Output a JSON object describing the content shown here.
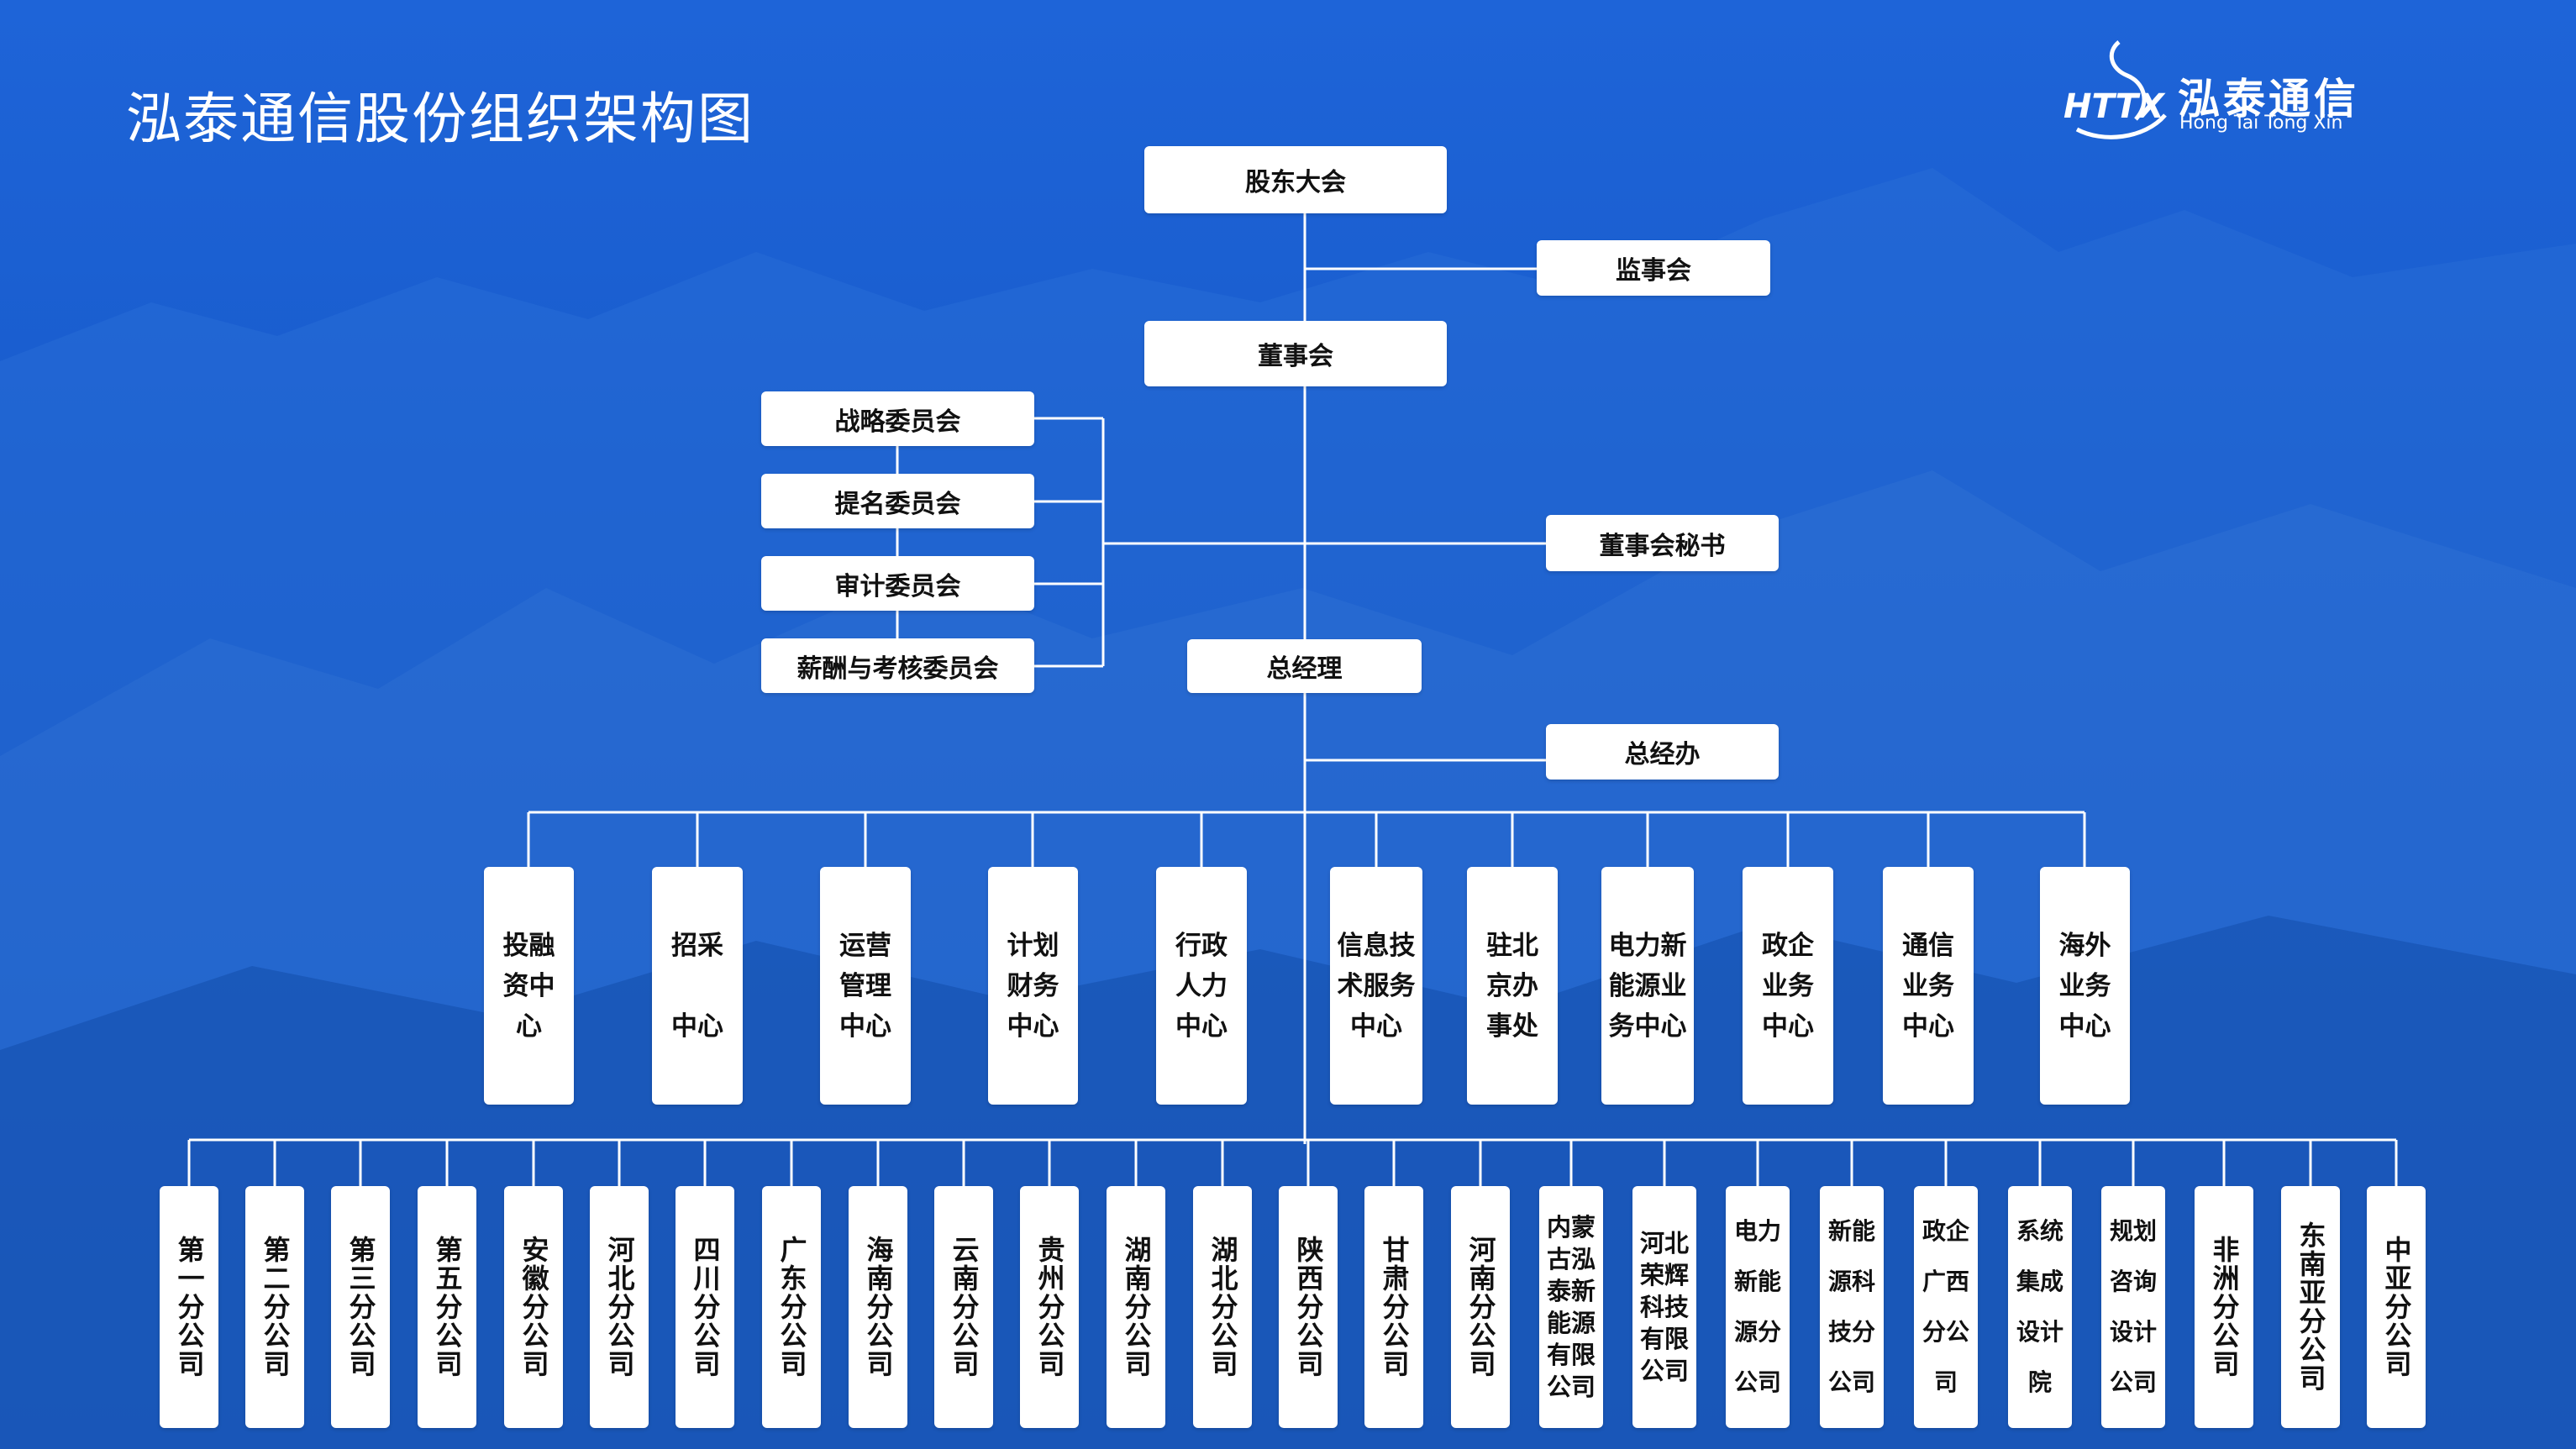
{
  "header": {
    "title": "泓泰通信股份组织架构图",
    "logo_mark_text": "HTTX",
    "logo_cn": "泓泰通信",
    "logo_en": "Hong Tai Tong Xin"
  },
  "colors": {
    "background_top": "#1f63d6",
    "background_bottom": "#0f4fb8",
    "line": "#ffffff",
    "box": "#ffffff",
    "box_text": "#111111"
  },
  "governance": {
    "shareholders": "股东大会",
    "supervisors": "监事会",
    "board": "董事会",
    "board_secretary": "董事会秘书",
    "general_manager": "总经理",
    "gm_office": "总经办"
  },
  "committees": [
    "战略委员会",
    "提名委员会",
    "审计委员会",
    "薪酬与考核委员会"
  ],
  "centers": [
    "投融\n资中\n心",
    "招采\n\n中心",
    "运营\n管理\n中心",
    "计划\n财务\n中心",
    "行政\n人力\n中心",
    "信息技\n术服务\n中心",
    "驻北\n京办\n事处",
    "电力新\n能源业\n务中心",
    "政企\n业务\n中心",
    "通信\n业务\n中心",
    "海外\n业务\n中心"
  ],
  "branches": [
    "第一分公司",
    "第二分公司",
    "第三分公司",
    "第五分公司",
    "安徽分公司",
    "河北分公司",
    "四川分公司",
    "广东分公司",
    "海南分公司",
    "云南分公司",
    "贵州分公司",
    "湖南分公司",
    "湖北分公司",
    "陕西分公司",
    "甘肃分公司",
    "河南分公司",
    "内蒙\n古泓\n泰新\n能源\n有限\n公司",
    "河北\n荣辉\n科技\n有限\n公司",
    "电力\n新能\n源分\n公司",
    "新能\n源科\n技分\n公司",
    "政企\n广西\n分公\n司",
    "系统\n集成\n设计\n院",
    "规划\n咨询\n设计\n公司",
    "非洲分公司",
    "东南亚分公司",
    "中亚分公司"
  ]
}
